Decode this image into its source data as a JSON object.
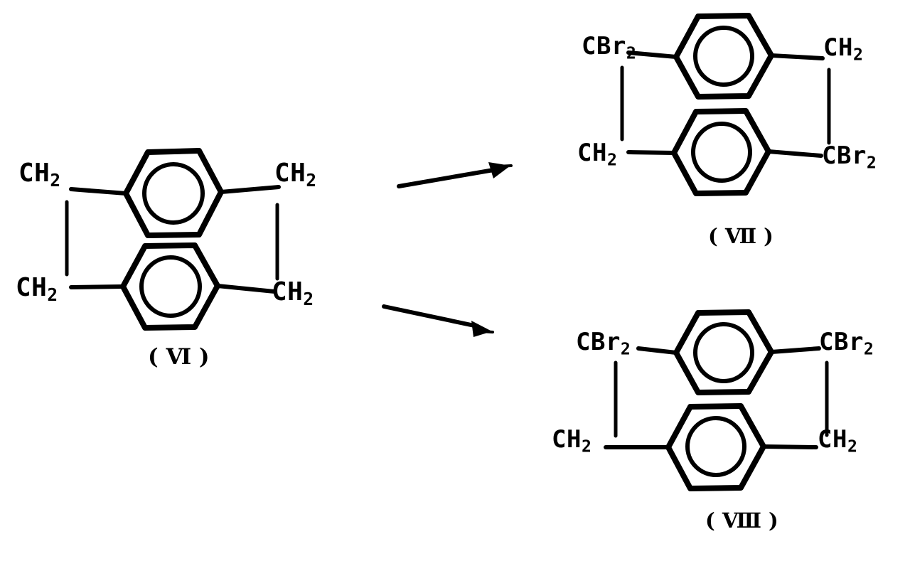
{
  "diagram": {
    "title": "Reaction scheme: bromination of cyclophane (VI) to isomers (VII) and (VIII)",
    "background_color": "#ffffff",
    "ink_color": "#000000",
    "structures": [
      {
        "id": "VI",
        "caption": "( Ⅵ )",
        "role": "starting-material",
        "ring_count": 2,
        "substituents": {
          "top_left": "CH2",
          "top_right": "CH2",
          "bottom_left": "CH2",
          "bottom_right": "CH2"
        },
        "labels": {
          "top_left": {
            "main": "CH",
            "sub": "2"
          },
          "top_right": {
            "main": "CH",
            "sub": "2"
          },
          "bottom_left": {
            "main": "CH",
            "sub": "2"
          },
          "bottom_right": {
            "main": "CH",
            "sub": "2"
          }
        }
      },
      {
        "id": "VII",
        "caption": "( Ⅶ )",
        "role": "product-isomer-1",
        "ring_count": 2,
        "substituents": {
          "top_left": "CBr2",
          "top_right": "CH2",
          "bottom_left": "CH2",
          "bottom_right": "CBr2"
        },
        "labels": {
          "top_left": {
            "main": "CBr",
            "sub": "2"
          },
          "top_right": {
            "main": "CH",
            "sub": "2"
          },
          "bottom_left": {
            "main": "CH",
            "sub": "2"
          },
          "bottom_right": {
            "main": "CBr",
            "sub": "2"
          }
        }
      },
      {
        "id": "VIII",
        "caption": "( Ⅷ )",
        "role": "product-isomer-2",
        "ring_count": 2,
        "substituents": {
          "top_left": "CBr2",
          "top_right": "CBr2",
          "bottom_left": "CH2",
          "bottom_right": "CH2"
        },
        "labels": {
          "top_left": {
            "main": "CBr",
            "sub": "2"
          },
          "top_right": {
            "main": "CBr",
            "sub": "2"
          },
          "bottom_left": {
            "main": "CH",
            "sub": "2"
          },
          "bottom_right": {
            "main": "CH",
            "sub": "2"
          }
        }
      }
    ],
    "arrows": [
      {
        "name": "arrow-to-vii",
        "from": "VI",
        "to": "VII",
        "direction": "up-right",
        "label": ""
      },
      {
        "name": "arrow-to-viii",
        "from": "VI",
        "to": "VIII",
        "direction": "down-right",
        "label": ""
      }
    ]
  }
}
